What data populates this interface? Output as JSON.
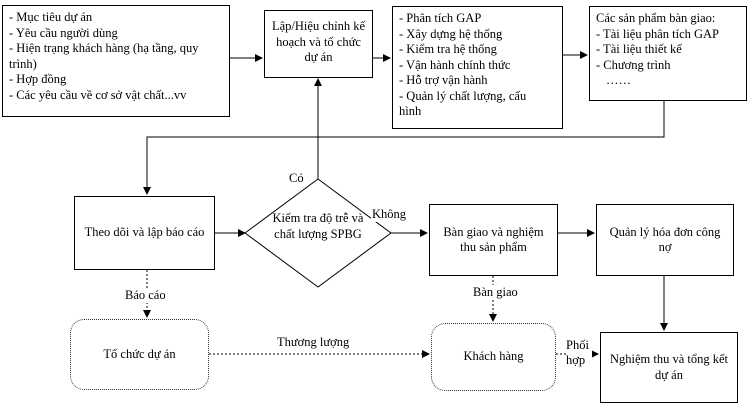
{
  "inputs_box": {
    "items": [
      "- Mục tiêu dự án",
      "- Yêu cầu người dùng",
      "- Hiện trạng khách hàng (hạ tầng, quy",
      "trình)",
      "- Hợp đồng",
      "- Các yêu cầu về cơ sở vật chất...vv"
    ]
  },
  "plan_box": {
    "text": "Lập/Hiệu chỉnh kế hoạch và tổ chức dự án"
  },
  "activities_box": {
    "items": [
      "- Phân tích GAP",
      "- Xây dựng hệ thống",
      "- Kiểm tra hệ thống",
      "- Vận hành chính thức",
      "- Hỗ trợ vận hành",
      "- Quản lý chất lượng, cấu",
      "hình"
    ]
  },
  "deliverables_box": {
    "items": [
      "Các sản phẩm bàn giao:",
      "- Tài liệu phân tích GAP",
      "- Tài liệu thiết kế",
      "- Chương trình",
      "……"
    ]
  },
  "monitor_box": {
    "text": "Theo dõi và lập báo cáo"
  },
  "check_diamond": {
    "text": "Kiểm tra độ trễ và chất lượng SPBG"
  },
  "handover_box": {
    "text": "Bàn giao và nghiệm thu sản phẩm"
  },
  "invoice_box": {
    "text": "Quản lý hóa đơn công nợ"
  },
  "org_box": {
    "text": "Tổ chức dự án"
  },
  "customer_box": {
    "text": "Khách hàng"
  },
  "acceptance_box": {
    "text": "Nghiệm thu và tổng kết dự án"
  },
  "labels": {
    "yes": "Có",
    "no": "Không",
    "report": "Báo cáo",
    "handover": "Bàn giao",
    "negotiate": "Thương lượng",
    "coordinate": "Phối hợp"
  }
}
